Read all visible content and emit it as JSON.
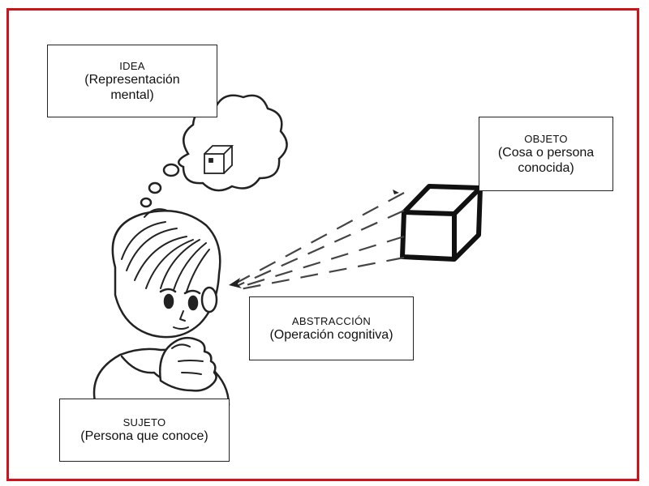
{
  "diagram": {
    "frame_color": "#d0121b",
    "idea": {
      "title": "IDEA",
      "subtitle_line1": "(Representación",
      "subtitle_line2": "mental)"
    },
    "objeto": {
      "title": "OBJETO",
      "subtitle_line1": "(Cosa o persona",
      "subtitle_line2": "conocida)"
    },
    "abstraccion": {
      "title": "ABSTRACCIÓN",
      "subtitle_line1": "(Operación cognitiva)"
    },
    "sujeto": {
      "title": "SUJETO",
      "subtitle_line1": "(Persona que conoce)"
    },
    "illustrations": [
      "thinking-person",
      "thought-cloud-with-cube",
      "object-cube",
      "dashed-abstraction-arrows"
    ]
  }
}
